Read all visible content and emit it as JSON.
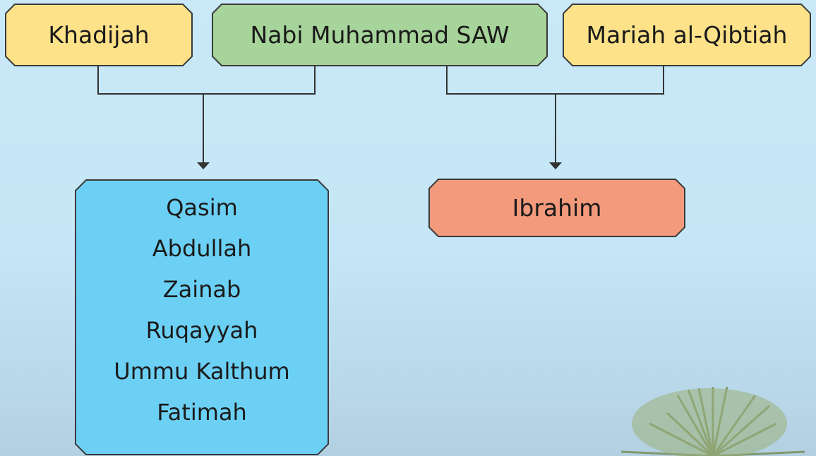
{
  "parents": {
    "mother_1": "Khadijah",
    "prophet": "Nabi Muhammad SAW",
    "mother_2": "Mariah al-Qibtiah"
  },
  "children_of_khadijah": [
    "Qasim",
    "Abdullah",
    "Zainab",
    "Ruqayyah",
    "Ummu Kalthum",
    "Fatimah"
  ],
  "children_of_mariah": [
    "Ibrahim"
  ],
  "colors": {
    "mother_box": "#fde28a",
    "prophet_box": "#a6d49a",
    "khadijah_children_box": "#6cd0f5",
    "mariah_children_box": "#f49a7c",
    "connector": "#333333"
  }
}
